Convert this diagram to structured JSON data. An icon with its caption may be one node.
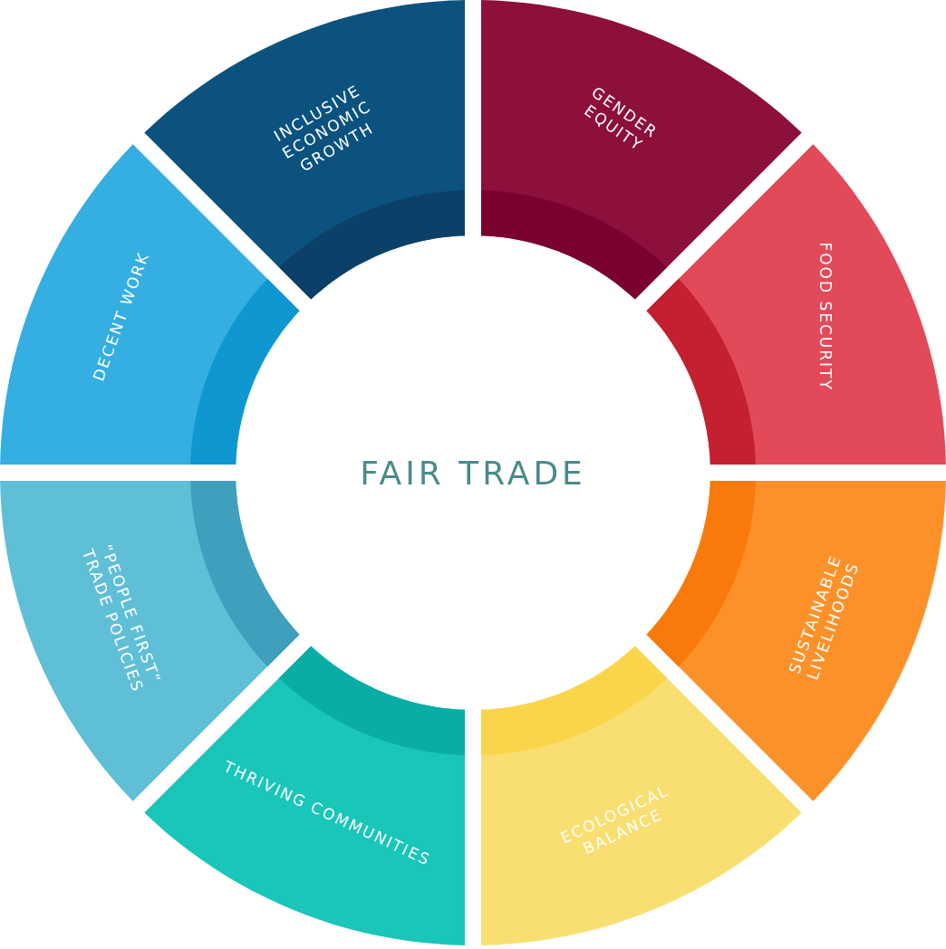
{
  "diagram": {
    "nodes": [
      {
        "text": [
          "FAIR TRADE"
        ]
      },
      {
        "text": [
          "GENDER EQUITY"
        ]
      },
      {
        "text": [
          "FOOD SECURITY"
        ]
      },
      {
        "text": [
          "SUSTAINABLE LIVELIHOODS"
        ]
      },
      {
        "text": [
          "ECOLOGICAL BALANCE"
        ]
      },
      {
        "text": [
          "THRIVING COMMUNITIES"
        ]
      },
      {
        "text": [
          "“PEOPLE FIRST” TRADE POLICIES"
        ]
      },
      {
        "text": [
          "DECENT WORK"
        ]
      },
      {
        "text": [
          "INCLUSIVE ECONOMIC GROWTH"
        ]
      }
    ]
  }
}
